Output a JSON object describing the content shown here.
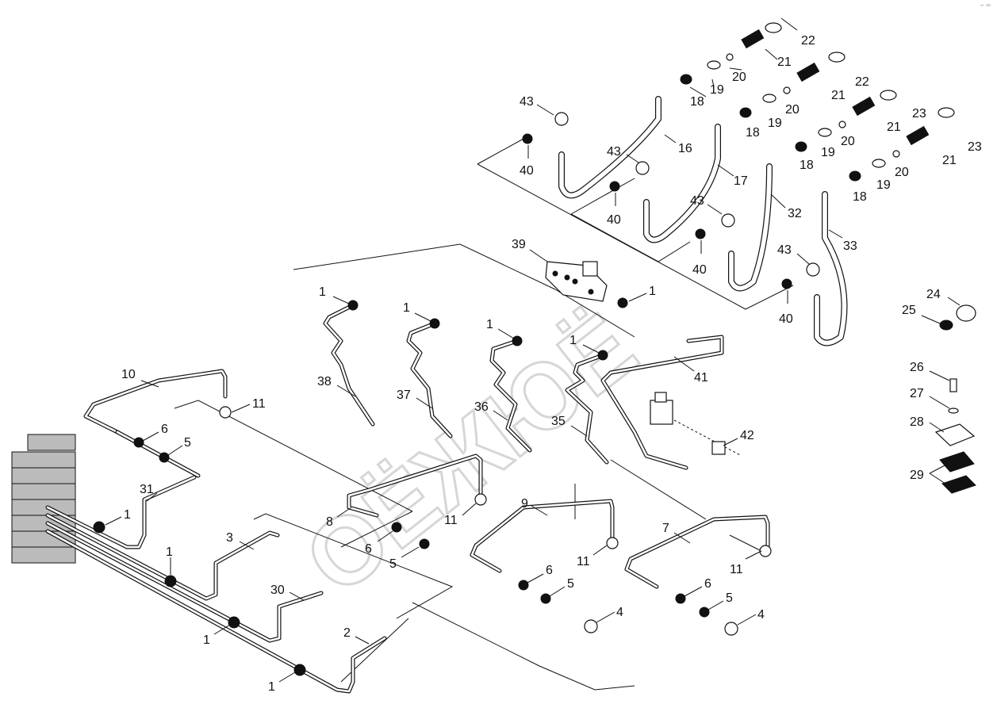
{
  "diagram": {
    "title": "Hydraulic lines parts diagram",
    "watermark": "ОЁЖЮЁ",
    "corner_mark": "⌐ ∞",
    "callouts": [
      {
        "id": "c22a",
        "label": "22"
      },
      {
        "id": "c21a",
        "label": "21"
      },
      {
        "id": "c20a",
        "label": "20"
      },
      {
        "id": "c19a",
        "label": "19"
      },
      {
        "id": "c18a",
        "label": "18"
      },
      {
        "id": "c22b",
        "label": "22"
      },
      {
        "id": "c21b",
        "label": "21"
      },
      {
        "id": "c20b",
        "label": "20"
      },
      {
        "id": "c19b",
        "label": "19"
      },
      {
        "id": "c18b",
        "label": "18"
      },
      {
        "id": "c23a",
        "label": "23"
      },
      {
        "id": "c21c",
        "label": "21"
      },
      {
        "id": "c20c",
        "label": "20"
      },
      {
        "id": "c19c",
        "label": "19"
      },
      {
        "id": "c18c",
        "label": "18"
      },
      {
        "id": "c23b",
        "label": "23"
      },
      {
        "id": "c21d",
        "label": "21"
      },
      {
        "id": "c20d",
        "label": "20"
      },
      {
        "id": "c19d",
        "label": "19"
      },
      {
        "id": "c18d",
        "label": "18"
      },
      {
        "id": "c43a",
        "label": "43"
      },
      {
        "id": "c40a",
        "label": "40"
      },
      {
        "id": "c16",
        "label": "16"
      },
      {
        "id": "c43b",
        "label": "43"
      },
      {
        "id": "c40b",
        "label": "40"
      },
      {
        "id": "c17",
        "label": "17"
      },
      {
        "id": "c43c",
        "label": "43"
      },
      {
        "id": "c40c",
        "label": "40"
      },
      {
        "id": "c32",
        "label": "32"
      },
      {
        "id": "c43d",
        "label": "43"
      },
      {
        "id": "c40d",
        "label": "40"
      },
      {
        "id": "c33",
        "label": "33"
      },
      {
        "id": "c39",
        "label": "39"
      },
      {
        "id": "c1a",
        "label": "1"
      },
      {
        "id": "c1b",
        "label": "1"
      },
      {
        "id": "c1c",
        "label": "1"
      },
      {
        "id": "c1d",
        "label": "1"
      },
      {
        "id": "c1e",
        "label": "1"
      },
      {
        "id": "c41",
        "label": "41"
      },
      {
        "id": "c38",
        "label": "38"
      },
      {
        "id": "c37",
        "label": "37"
      },
      {
        "id": "c36",
        "label": "36"
      },
      {
        "id": "c35",
        "label": "35"
      },
      {
        "id": "c42",
        "label": "42"
      },
      {
        "id": "c24",
        "label": "24"
      },
      {
        "id": "c25",
        "label": "25"
      },
      {
        "id": "c26",
        "label": "26"
      },
      {
        "id": "c27",
        "label": "27"
      },
      {
        "id": "c28",
        "label": "28"
      },
      {
        "id": "c29",
        "label": "29"
      },
      {
        "id": "c10",
        "label": "10"
      },
      {
        "id": "c11a",
        "label": "11"
      },
      {
        "id": "c6a",
        "label": "6"
      },
      {
        "id": "c5a",
        "label": "5"
      },
      {
        "id": "c31",
        "label": "31"
      },
      {
        "id": "c1f",
        "label": "1"
      },
      {
        "id": "c1g",
        "label": "1"
      },
      {
        "id": "c1h",
        "label": "1"
      },
      {
        "id": "c1i",
        "label": "1"
      },
      {
        "id": "c3",
        "label": "3"
      },
      {
        "id": "c30",
        "label": "30"
      },
      {
        "id": "c2",
        "label": "2"
      },
      {
        "id": "c8",
        "label": "8"
      },
      {
        "id": "c11b",
        "label": "11"
      },
      {
        "id": "c6b",
        "label": "6"
      },
      {
        "id": "c5b",
        "label": "5"
      },
      {
        "id": "c9",
        "label": "9"
      },
      {
        "id": "c11c",
        "label": "11"
      },
      {
        "id": "c6c",
        "label": "6"
      },
      {
        "id": "c5c",
        "label": "5"
      },
      {
        "id": "c4a",
        "label": "4"
      },
      {
        "id": "c7",
        "label": "7"
      },
      {
        "id": "c11d",
        "label": "11"
      },
      {
        "id": "c6d",
        "label": "6"
      },
      {
        "id": "c5d",
        "label": "5"
      },
      {
        "id": "c4b",
        "label": "4"
      }
    ]
  }
}
